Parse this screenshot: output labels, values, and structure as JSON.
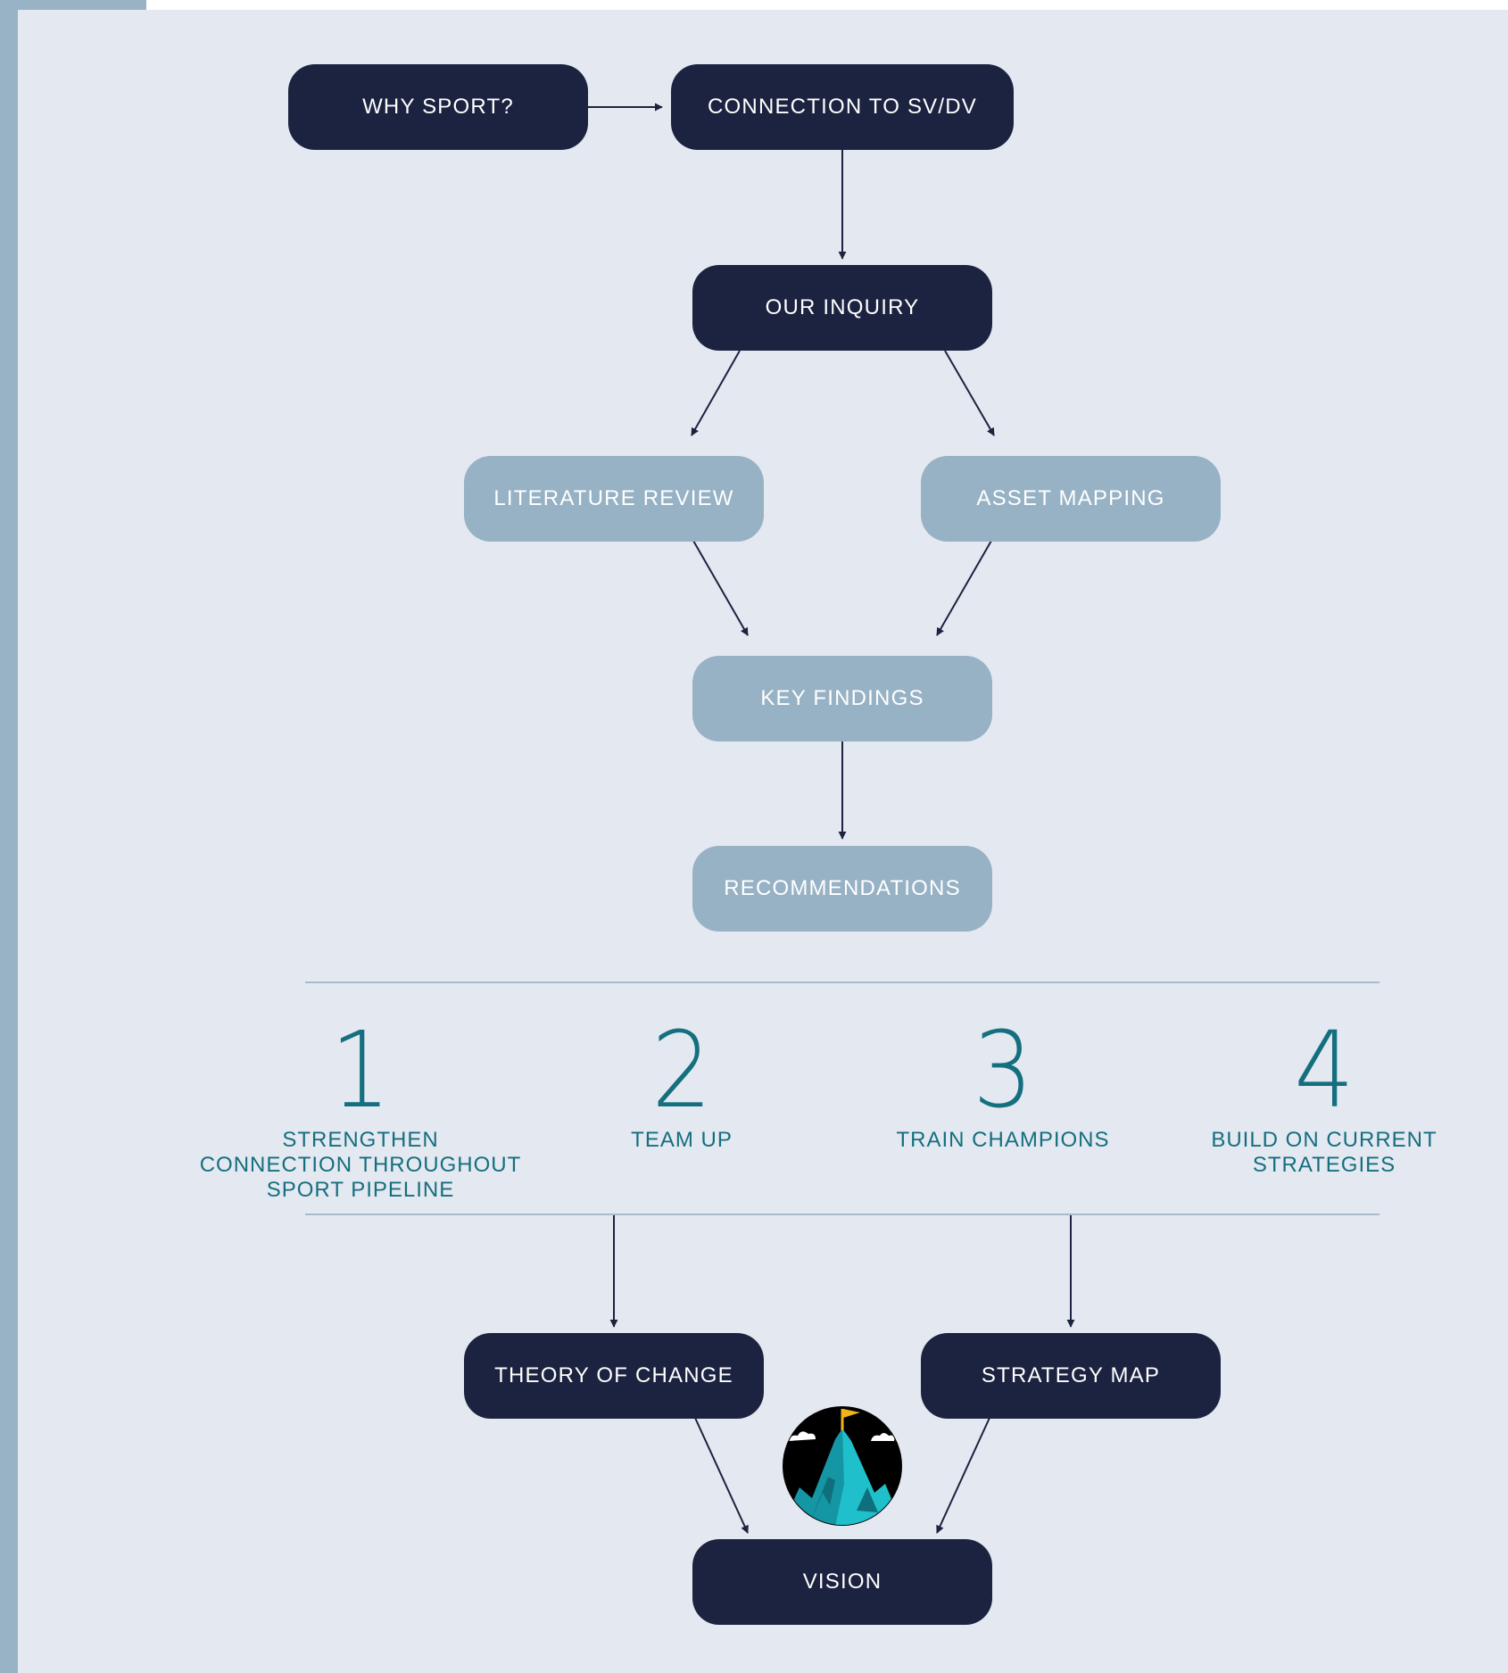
{
  "flow": {
    "why_sport": "WHY SPORT?",
    "connection": "CONNECTION TO SV/DV",
    "our_inquiry": "OUR INQUIRY",
    "literature_review": "LITERATURE REVIEW",
    "asset_mapping": "ASSET MAPPING",
    "key_findings": "KEY FINDINGS",
    "recommendations": "RECOMMENDATIONS",
    "theory_of_change": "THEORY OF CHANGE",
    "strategy_map": "STRATEGY MAP",
    "vision": "VISION"
  },
  "recommendation_items": [
    {
      "number": "1",
      "label": "STRENGTHEN\nCONNECTION THROUGHOUT\nSPORT PIPELINE"
    },
    {
      "number": "2",
      "label": "TEAM UP"
    },
    {
      "number": "3",
      "label": "TRAIN CHAMPIONS"
    },
    {
      "number": "4",
      "label": "BUILD ON CURRENT\nSTRATEGIES"
    }
  ],
  "colors": {
    "dark_node": "#1c2340",
    "light_node": "#97b1c5",
    "background": "#e4e8f0",
    "accent_teal": "#146f7f",
    "arrow": "#1c2340"
  },
  "logo": {
    "icon": "mountain-summit-flag-icon"
  }
}
